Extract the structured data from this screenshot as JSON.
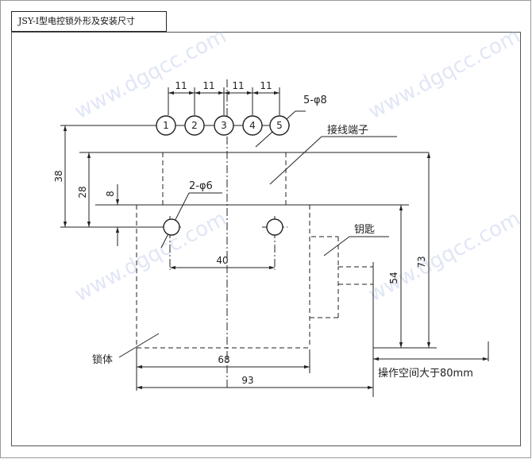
{
  "title": "JSY-Ⅰ型电控锁外形及安装尺寸",
  "watermark": "www.dgqcc.com",
  "labels": {
    "terminal_spec": "5-φ8",
    "terminals": "接线端子",
    "holes": "2-φ6",
    "key": "钥匙",
    "body": "锁体",
    "clearance": "操作空间大于80mm"
  },
  "terminal_numbers": [
    "1",
    "2",
    "3",
    "4",
    "5"
  ],
  "dimensions": {
    "pitch": [
      "11",
      "11",
      "11",
      "11"
    ],
    "height_38": "38",
    "height_28": "28",
    "height_8": "8",
    "hole_spacing": "40",
    "height_54": "54",
    "height_73": "73",
    "width_68": "68",
    "width_93": "93"
  },
  "colors": {
    "line": "#222222",
    "watermark": "#c7d3ee"
  }
}
